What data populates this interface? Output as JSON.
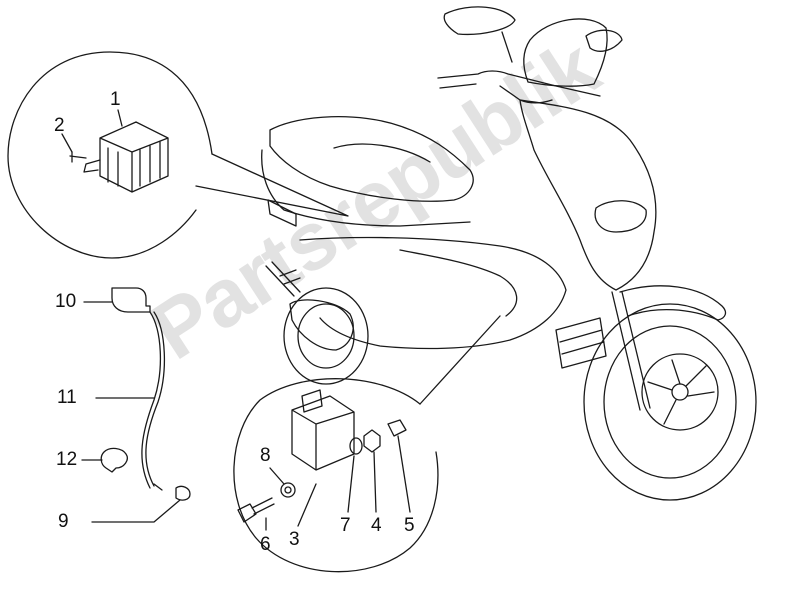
{
  "diagram": {
    "watermark": "Partsrepublik",
    "callouts": [
      {
        "id": "c1",
        "label": "1"
      },
      {
        "id": "c2",
        "label": "2"
      },
      {
        "id": "c3",
        "label": "3"
      },
      {
        "id": "c4",
        "label": "4"
      },
      {
        "id": "c5",
        "label": "5"
      },
      {
        "id": "c6",
        "label": "6"
      },
      {
        "id": "c7",
        "label": "7"
      },
      {
        "id": "c8",
        "label": "8"
      },
      {
        "id": "c9",
        "label": "9"
      },
      {
        "id": "c10",
        "label": "10"
      },
      {
        "id": "c11",
        "label": "11"
      },
      {
        "id": "c12",
        "label": "12"
      }
    ]
  },
  "colors": {
    "line": "#1a1a1a",
    "watermark": "#969696",
    "background": "#ffffff"
  }
}
